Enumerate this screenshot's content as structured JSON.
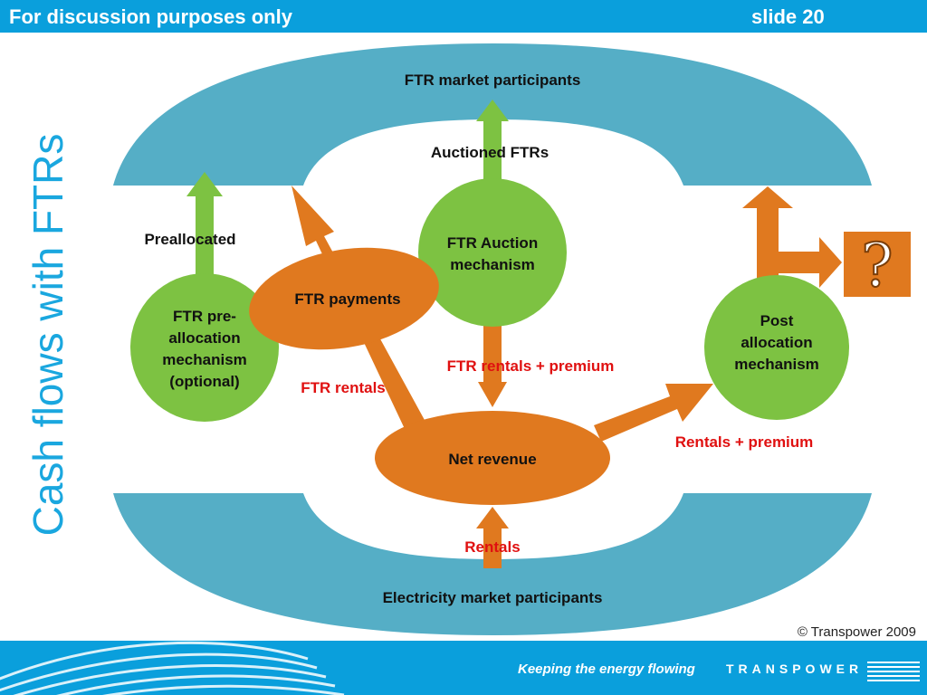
{
  "header": {
    "left_text": "For discussion purposes only",
    "slide_label": "slide 20"
  },
  "side_title": "Cash flows with FTRs",
  "colors": {
    "blue_band": "#55aec6",
    "green": "#7dc242",
    "orange": "#e0791f",
    "red_text": "#e01010",
    "header_blue": "#0a9fdc"
  },
  "diagram": {
    "top_band_label": "FTR market participants",
    "bottom_band_label": "Electricity market participants",
    "auctioned_label": "Auctioned FTRs",
    "preallocated_label": "Preallocated",
    "nodes": {
      "auction": [
        "FTR Auction",
        "mechanism"
      ],
      "preallocation": [
        "FTR pre-",
        "allocation",
        "mechanism",
        "(optional)"
      ],
      "post_allocation": [
        "Post",
        "allocation",
        "mechanism"
      ],
      "ftr_payments": "FTR payments",
      "net_revenue": "Net revenue",
      "question": "?"
    },
    "flows": {
      "ftr_rentals_premium": "FTR rentals + premium",
      "ftr_rentals": "FTR rentals",
      "rentals_premium": "Rentals + premium",
      "rentals": "Rentals"
    }
  },
  "footer": {
    "copyright": "© Transpower 2009",
    "slogan": "Keeping the energy flowing",
    "brand": "TRANSPOWER"
  }
}
